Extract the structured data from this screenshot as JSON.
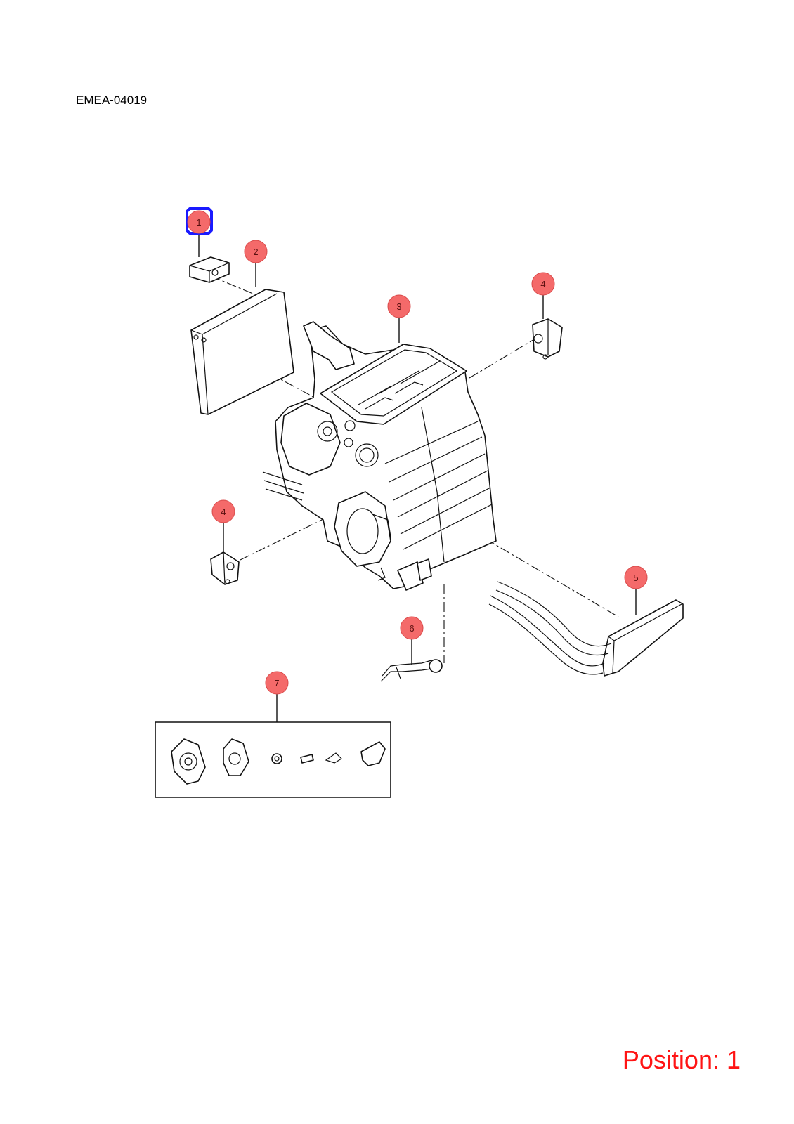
{
  "header": {
    "doc_code": "EMEA-04019"
  },
  "footer": {
    "position_label": "Position: 1"
  },
  "colors": {
    "callout_fill": "#f46a6a",
    "callout_stroke": "#d94a4a",
    "selected_outline": "#1a1aff",
    "position_text": "#ff1414"
  },
  "callouts": {
    "c1": "1",
    "c2": "2",
    "c3": "3",
    "c4a": "4",
    "c4b": "4",
    "c5": "5",
    "c6": "6",
    "c7": "7"
  },
  "selected_callout": "1"
}
